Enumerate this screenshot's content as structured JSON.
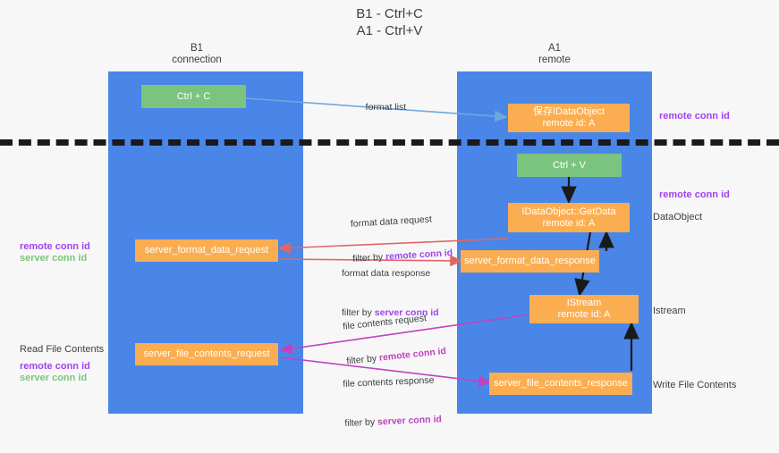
{
  "title": "B1 - Ctrl+C\nA1 - Ctrl+V",
  "colors": {
    "lane": "#4a86e8",
    "green_box": "#7bc47f",
    "orange_box": "#fbae51",
    "background": "#f7f7f7",
    "divider": "#1a1a1a",
    "remote_conn_id": "#a142f4",
    "server_conn_id": "#7bc47f",
    "arrow_blue": "#6fa8dc",
    "arrow_red": "#e06666",
    "arrow_magenta": "#c042c0",
    "arrow_black": "#1a1a1a"
  },
  "lanes": [
    {
      "id": "b1",
      "name": "B1",
      "subtitle": "connection",
      "header": "B1\nconnection"
    },
    {
      "id": "a1",
      "name": "A1",
      "subtitle": "remote",
      "header": "A1\nremote"
    }
  ],
  "boxes": {
    "ctrl_c": {
      "line1": "Ctrl + C",
      "line2": "",
      "color": "green"
    },
    "idataobject": {
      "line1": "保存IDataObject",
      "line2": "remote id: A",
      "color": "orange"
    },
    "ctrl_v": {
      "line1": "Ctrl + V",
      "line2": "",
      "color": "green"
    },
    "getdata": {
      "line1": "IDataObject::GetData",
      "line2": "remote id: A",
      "color": "orange"
    },
    "fmt_req": {
      "line1": "server_format_data_request",
      "line2": "",
      "color": "orange"
    },
    "fmt_resp": {
      "line1": "server_format_data_response",
      "line2": "",
      "color": "orange"
    },
    "istream": {
      "line1": "IStream",
      "line2": "remote id: A",
      "color": "orange"
    },
    "file_req": {
      "line1": "server_file_contents_request",
      "line2": "",
      "color": "orange"
    },
    "file_resp": {
      "line1": "server_file_contents_response",
      "line2": "",
      "color": "orange"
    }
  },
  "edge_labels": {
    "format_list": {
      "line1": "format list",
      "line2": ""
    },
    "format_data_req": {
      "line1": "format data request",
      "prefix": "filter by ",
      "highlight": "remote conn id"
    },
    "format_data_resp": {
      "line1": "format data response",
      "prefix": "filter by ",
      "highlight": "server conn id"
    },
    "file_contents_req": {
      "line1": "file contents request",
      "prefix": "filter by ",
      "highlight": "remote conn id"
    },
    "file_contents_resp": {
      "line1": "file contents response",
      "prefix": "filter by ",
      "highlight": "server conn id"
    }
  },
  "annotations": {
    "right_top_conn": "remote conn id",
    "right_mid_conn": "remote conn id",
    "right_dataobject": "DataObject",
    "right_istream": "Istream",
    "right_write": "Write File Contents",
    "left_remote_conn": "remote conn id",
    "left_server_conn": "server conn id",
    "left_read": "Read File Contents",
    "left_remote_conn2": "remote conn id",
    "left_server_conn2": "server conn id"
  }
}
